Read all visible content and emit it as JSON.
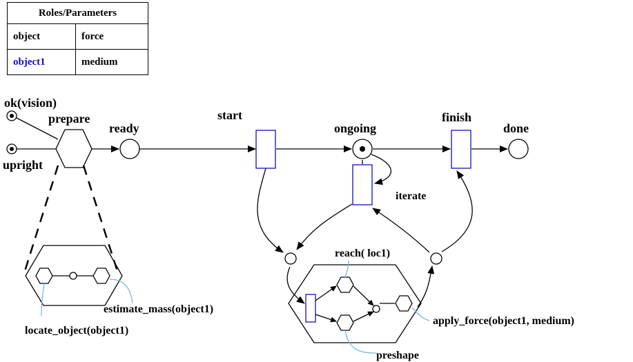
{
  "table": {
    "header": "Roles/Parameters",
    "rows": [
      {
        "role": "object",
        "param": "force"
      },
      {
        "role": "object1",
        "param": "medium"
      }
    ],
    "highlight_color": "#1010c8"
  },
  "places": {
    "ok_vision": "ok(vision)",
    "upright": "upright",
    "ready": "ready",
    "ongoing": "ongoing",
    "done": "done"
  },
  "transitions": {
    "prepare": "prepare",
    "start": "start",
    "finish": "finish",
    "iterate": "iterate"
  },
  "subnets": {
    "reach": "reach( loc1)",
    "preshape": "preshape",
    "apply_force": "apply_force(object1, medium)",
    "estimate_mass": "estimate_mass(object1)",
    "locate_object": "locate_object(object1)"
  },
  "colors": {
    "transition_stroke": "#1010b8",
    "leader_line": "#7ab8dc"
  }
}
